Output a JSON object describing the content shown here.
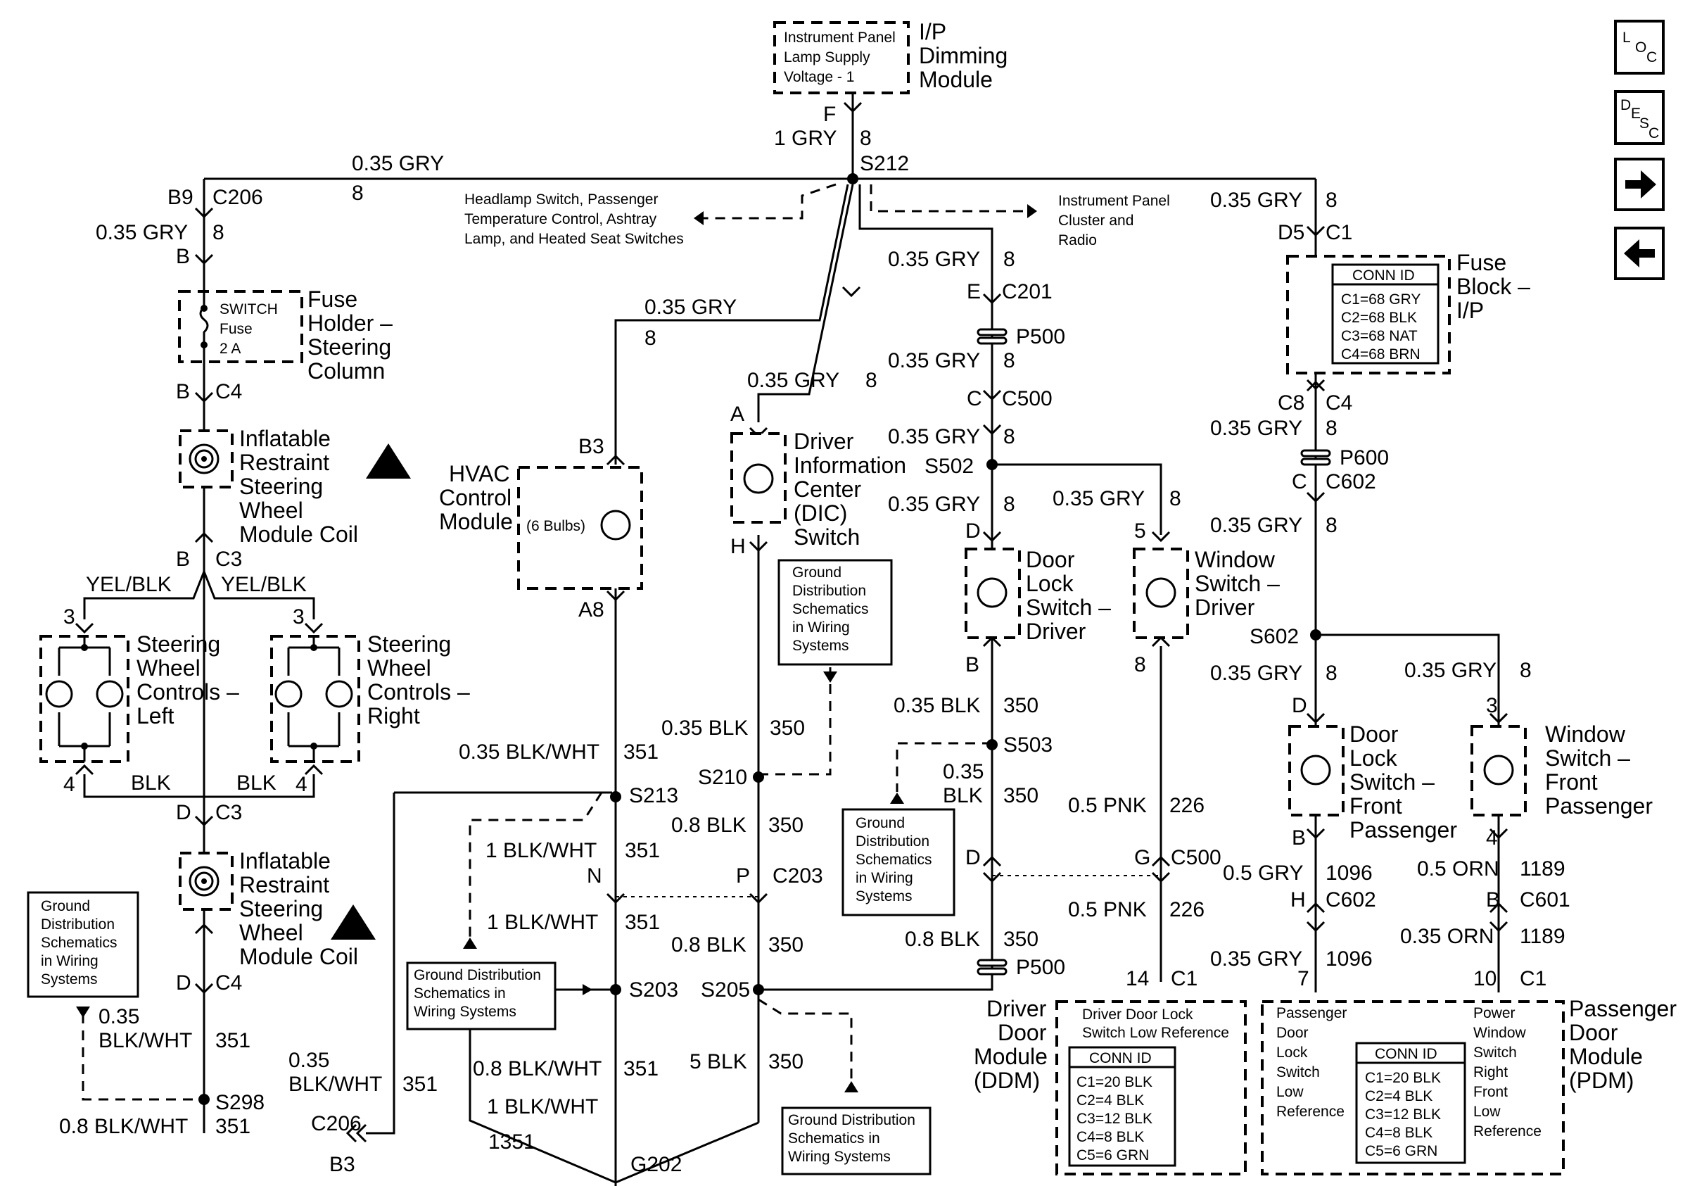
{
  "nav": {
    "loc_label": "LOC",
    "desc_label": "DESC",
    "forward_icon": "arrow-right-icon",
    "back_icon": "arrow-left-icon"
  },
  "components": {
    "ip_dimming_box": [
      "Instrument Panel",
      "Lamp Supply",
      "Voltage - 1"
    ],
    "ip_dimming_name": [
      "I/P",
      "Dimming",
      "Module"
    ],
    "fuse_holder_box": [
      "SWITCH",
      "Fuse",
      "2 A"
    ],
    "fuse_holder_name": [
      "Fuse",
      "Holder –",
      "Steering",
      "Column"
    ],
    "coil_top_name": [
      "Inflatable",
      "Restraint",
      "Steering",
      "Wheel",
      "Module Coil"
    ],
    "coil_bottom_name": [
      "Inflatable",
      "Restraint",
      "Steering",
      "Wheel",
      "Module Coil"
    ],
    "swc_left_name": [
      "Steering",
      "Wheel",
      "Controls –",
      "Left"
    ],
    "swc_right_name": [
      "Steering",
      "Wheel",
      "Controls –",
      "Right"
    ],
    "hvac_name": [
      "HVAC",
      "Control",
      "Module"
    ],
    "hvac_box": "(6 Bulbs)",
    "dic_name": [
      "Driver",
      "Information",
      "Center",
      "(DIC)",
      "Switch"
    ],
    "door_lock_driver_name": [
      "Door",
      "Lock",
      "Switch –",
      "Driver"
    ],
    "window_driver_name": [
      "Window",
      "Switch –",
      "Driver"
    ],
    "fuse_block_name": [
      "Fuse",
      "Block –",
      "I/P"
    ],
    "fuse_block_conn": [
      "CONN ID",
      "C1=68 GRY",
      "C2=68 BLK",
      "C3=68 NAT",
      "C4=68 BRN"
    ],
    "door_lock_pass_name": [
      "Door",
      "Lock",
      "Switch –",
      "Front",
      "Passenger"
    ],
    "window_pass_name": [
      "Window",
      "Switch –",
      "Front",
      "Passenger"
    ],
    "ddm_name": [
      "Driver",
      "Door",
      "Module",
      "(DDM)"
    ],
    "ddm_box": [
      "Driver Door Lock",
      "Switch Low Reference"
    ],
    "ddm_conn": [
      "CONN ID",
      "C1=20 BLK",
      "C2=4 BLK",
      "C3=12 BLK",
      "C4=8 BLK",
      "C5=6 GRN"
    ],
    "pdm_name": [
      "Passenger",
      "Door",
      "Module",
      "(PDM)"
    ],
    "pdm_box_left": [
      "Passenger",
      "Door",
      "Lock",
      "Switch",
      "Low",
      "Reference"
    ],
    "pdm_box_right": [
      "Power",
      "Window",
      "Switch",
      "Right",
      "Front",
      "Low",
      "Reference"
    ],
    "pdm_conn": [
      "CONN ID",
      "C1=20 BLK",
      "C2=4 BLK",
      "C3=12 BLK",
      "C4=8 BLK",
      "C5=6 GRN"
    ],
    "headlamp_note": [
      "Headlamp Switch, Passenger",
      "Temperature Control, Ashtray",
      "Lamp, and Heated Seat Switches"
    ],
    "cluster_note": [
      "Instrument Panel",
      "Cluster and",
      "Radio"
    ]
  },
  "ground_refs": {
    "g1": [
      "Ground",
      "Distribution",
      "Schematics",
      "in Wiring",
      "Systems"
    ],
    "g2": [
      "Ground",
      "Distribution",
      "Schematics",
      "in Wiring",
      "Systems"
    ],
    "g3": [
      "Ground",
      "Distribution",
      "Schematics",
      "in Wiring",
      "Systems"
    ],
    "g4": [
      "Ground Distribution",
      "Schematics in",
      "Wiring Systems"
    ],
    "g5": [
      "Ground Distribution",
      "Schematics in",
      "Wiring Systems"
    ]
  },
  "labels": {
    "f": "F",
    "f_wire": "1 GRY",
    "f_ckt": "8",
    "s212": "S212",
    "top_wire": "0.35 GRY",
    "top_ckt": "8",
    "b9": "B9",
    "c206_top": "C206",
    "fh_wire": "0.35 GRY",
    "fh_ckt": "8",
    "fh_b_top": "B",
    "fh_b_bot": "B",
    "c4_top": "C4",
    "c3_b": "B",
    "c3_top": "C3",
    "yel_left": "YEL/BLK",
    "yel_right": "YEL/BLK",
    "swl_3": "3",
    "swr_3": "3",
    "swl_4": "4",
    "swr_4": "4",
    "blk_left": "BLK",
    "blk_right": "BLK",
    "d_c3": "D",
    "c3_bot": "C3",
    "d_c4": "D",
    "c4_bot": "C4",
    "lw_wire": "0.35",
    "lw_wire2": "BLK/WHT",
    "lw_ckt": "351",
    "s298": "S298",
    "s298_wire": "0.8 BLK/WHT",
    "s298_ckt": "351",
    "mid_wire": "0.35",
    "mid_wire2": "BLK/WHT",
    "mid_ckt": "351",
    "c206_bot": "C206",
    "b3_bot": "B3",
    "hvac_wire": "0.35 GRY",
    "hvac_ckt": "8",
    "b3_hvac": "B3",
    "a8": "A8",
    "bw351_wire": "0.35 BLK/WHT",
    "bw351_ckt": "351",
    "s213": "S213",
    "bw1_wire": "1 BLK/WHT",
    "bw1_ckt": "351",
    "n": "N",
    "bw2_wire": "1 BLK/WHT",
    "bw2_ckt": "351",
    "s203": "S203",
    "bw3_wire": "0.8 BLK/WHT",
    "bw3_ckt": "351",
    "bw4_wire": "1 BLK/WHT",
    "bw4_ckt": "1351",
    "g202": "G202",
    "dic_wire": "0.35 GRY",
    "dic_ckt": "8",
    "dic_a": "A",
    "dic_h": "H",
    "blk350_wire": "0.35 BLK",
    "blk350_ckt": "350",
    "s210": "S210",
    "blk08_wire": "0.8 BLK",
    "blk08_ckt": "350",
    "p": "P",
    "c203": "C203",
    "blk08b_wire": "0.8 BLK",
    "blk08b_ckt": "350",
    "s205": "S205",
    "blk5_wire": "5 BLK",
    "blk5_ckt": "350",
    "e_wire": "0.35 GRY",
    "e_ckt": "8",
    "e": "E",
    "c201": "C201",
    "p500_top": "P500",
    "c500_wire": "0.35 GRY",
    "c500_ckt": "8",
    "c_c500": "C",
    "c500_top": "C500",
    "s502_wire": "0.35 GRY",
    "s502_ckt": "8",
    "s502": "S502",
    "dl_wire": "0.35 GRY",
    "dl_ckt": "8",
    "dl_d": "D",
    "dl_b": "B",
    "wd_wire": "0.35 GRY",
    "wd_ckt": "8",
    "wd_5": "5",
    "wd_8": "8",
    "s503_wire": "0.35 BLK",
    "s503_ckt": "350",
    "s503": "S503",
    "s503b_wire": "0.35",
    "s503b_wire2": "BLK",
    "s503b_ckt": "350",
    "pnk1_wire": "0.5 PNK",
    "pnk1_ckt": "226",
    "c500_d": "D",
    "c500_g": "G",
    "c500_bot": "C500",
    "pnk2_wire": "0.5 PNK",
    "pnk2_ckt": "226",
    "p500b_wire": "0.8 BLK",
    "p500b_ckt": "350",
    "p500_bot": "P500",
    "ddm_14": "14",
    "ddm_c1": "C1",
    "fb_wire": "0.35 GRY",
    "fb_ckt": "8",
    "d5": "D5",
    "fb_c1": "C1",
    "c8": "C8",
    "fb_c4": "C4",
    "p600_wire": "0.35 GRY",
    "p600_ckt": "8",
    "p600": "P600",
    "c602_c": "C",
    "c602_top": "C602",
    "s602_wire": "0.35 GRY",
    "s602_ckt": "8",
    "s602": "S602",
    "pdl_wire": "0.35 GRY",
    "pdl_ckt": "8",
    "pdl_d": "D",
    "pdl_b": "B",
    "pw_wire": "0.35 GRY",
    "pw_ckt": "8",
    "pw_3": "3",
    "pw_4": "4",
    "gry05_wire": "0.5 GRY",
    "gry05_ckt": "1096",
    "c602_h": "H",
    "c602_bot": "C602",
    "orn05_wire": "0.5 ORN",
    "orn05_ckt": "1189",
    "c601_b": "B",
    "c601": "C601",
    "gry035_wire": "0.35 GRY",
    "gry035_ckt": "1096",
    "orn035_wire": "0.35 ORN",
    "orn035_ckt": "1189",
    "pdm_7": "7",
    "pdm_10": "10",
    "pdm_c1": "C1"
  }
}
